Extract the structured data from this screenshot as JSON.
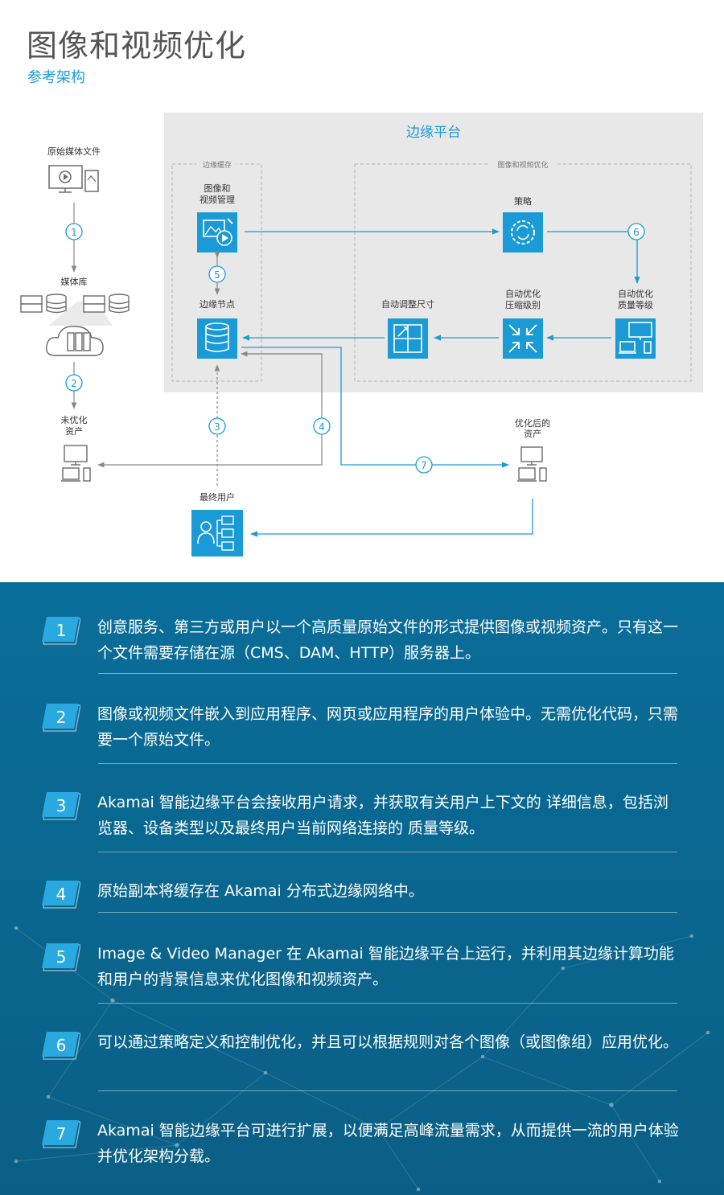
{
  "header": {
    "title": "图像和视频优化",
    "subtitle": "参考架构"
  },
  "diagram": {
    "platform_label": "边缘平台",
    "edge_cache_label": "边缘缓存",
    "optimization_label": "图像和视频优化",
    "nodes": {
      "original_media": "原始媒体文件",
      "media_library": "媒体库",
      "ivm_line1": "图像和",
      "ivm_line2": "视频管理",
      "edge_node": "边缘节点",
      "policy": "策略",
      "auto_quality_line1": "自动优化",
      "auto_quality_line2": "质量等级",
      "auto_compress_line1": "自动优化",
      "auto_compress_line2": "压缩级别",
      "auto_resize": "自动调整尺寸",
      "unoptimized_line1": "未优化",
      "unoptimized_line2": "资产",
      "optimized_line1": "优化后的",
      "optimized_line2": "资产",
      "end_user": "最终用户"
    },
    "markers": [
      "1",
      "2",
      "3",
      "4",
      "5",
      "6",
      "7"
    ],
    "colors": {
      "accent": "#1a9ad6",
      "platform_bg": "#e8e8e8",
      "bottom_bg": "#0a6d99"
    }
  },
  "steps": [
    {
      "num": "1",
      "text": "创意服务、第三方或用户以一个高质量原始文件的形式提供图像或视频资产。只有这一个文件需要存储在源（CMS、DAM、HTTP）服务器上。"
    },
    {
      "num": "2",
      "text": "图像或视频文件嵌入到应用程序、网页或应用程序的用户体验中。无需优化代码，只需要一个原始文件。"
    },
    {
      "num": "3",
      "text": "Akamai 智能边缘平台会接收用户请求，并获取有关用户上下文的 详细信息，包括浏览器、设备类型以及最终用户当前网络连接的 质量等级。"
    },
    {
      "num": "4",
      "text": "原始副本将缓存在 Akamai 分布式边缘网络中。"
    },
    {
      "num": "5",
      "text": "Image & Video Manager 在 Akamai 智能边缘平台上运行，并利用其边缘计算功能和用户的背景信息来优化图像和视频资产。"
    },
    {
      "num": "6",
      "text": "可以通过策略定义和控制优化，并且可以根据规则对各个图像（或图像组）应用优化。"
    },
    {
      "num": "7",
      "text": "Akamai 智能边缘平台可进行扩展，以便满足高峰流量需求，从而提供一流的用户体验并优化架构分载。"
    }
  ]
}
